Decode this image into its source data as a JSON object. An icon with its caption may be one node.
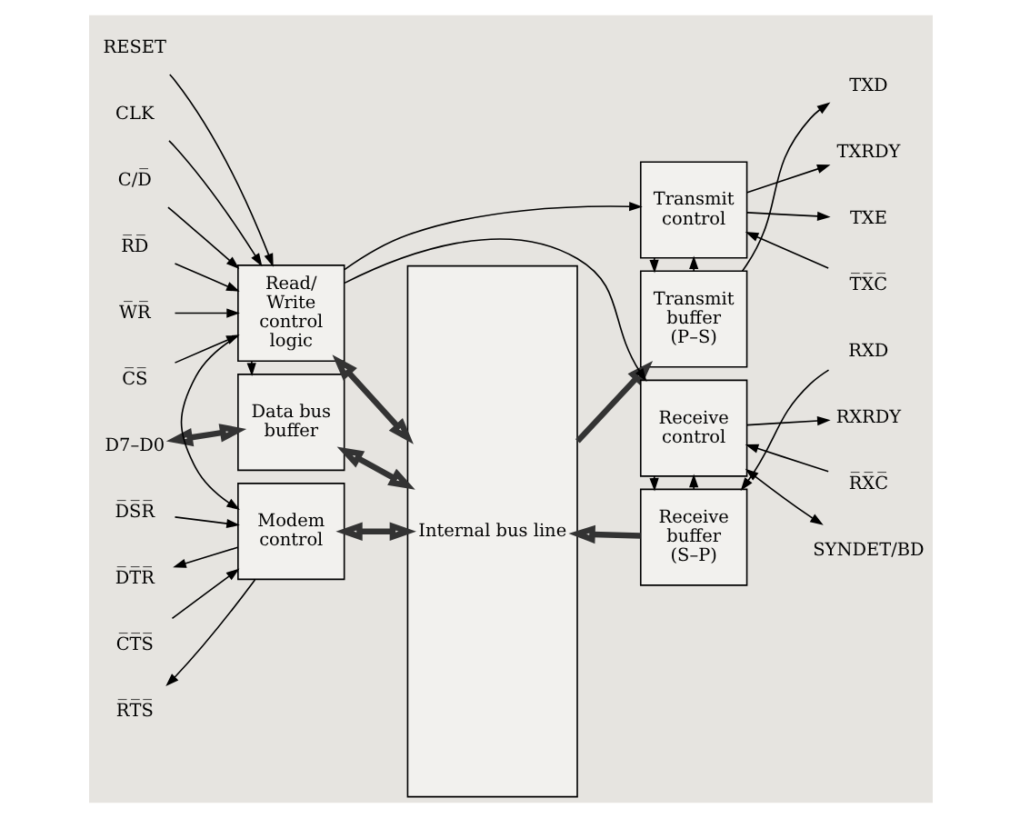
{
  "diagram": {
    "nodes": [
      {
        "text": [
          "D7–D0"
        ]
      },
      {
        "text": [
          "Data bus buffer"
        ]
      },
      {
        "text": [
          "Internal bus line"
        ]
      },
      {
        "text": [
          "Transmit buffer (P–S)"
        ]
      },
      {
        "text": [
          "TXD"
        ]
      },
      {
        "text": [
          "RESET"
        ]
      },
      {
        "text": [
          "CLK"
        ]
      },
      {
        "text": [
          "C/D̅"
        ]
      },
      {
        "text": [
          "R̅D̅"
        ]
      },
      {
        "text": [
          "W̅R̅"
        ]
      },
      {
        "text": [
          "C̅S̅"
        ]
      },
      {
        "text": [
          "Read/ Write control logic"
        ]
      },
      {
        "text": [
          "Transmit control"
        ]
      },
      {
        "text": [
          "TXRDY"
        ]
      },
      {
        "text": [
          "TXE"
        ]
      },
      {
        "text": [
          "T̅X̅C̅"
        ]
      },
      {
        "text": [
          "D̅S̅R̅"
        ]
      },
      {
        "text": [
          "D̅T̅R̅"
        ]
      },
      {
        "text": [
          "C̅T̅S̅"
        ]
      },
      {
        "text": [
          "R̅T̅S̅"
        ]
      },
      {
        "text": [
          "Modem control"
        ]
      },
      {
        "text": [
          "Receive buffer (S–P)"
        ]
      },
      {
        "text": [
          "RXD"
        ]
      },
      {
        "text": [
          "Receive control"
        ]
      },
      {
        "text": [
          "RXRDY"
        ]
      },
      {
        "text": [
          "R̅X̅C̅"
        ]
      },
      {
        "text": [
          "SYNDET/BD"
        ]
      }
    ],
    "edges": [
      {
        "from": 0,
        "to": 1,
        "arrow": "both",
        "style": "thick"
      },
      {
        "from": 1,
        "to": 2,
        "arrow": "both",
        "style": "thick"
      },
      {
        "from": 2,
        "to": 3,
        "arrow": "to",
        "style": "thick"
      },
      {
        "from": 3,
        "to": 4,
        "arrow": "to"
      },
      {
        "from": 5,
        "to": 11,
        "arrow": "to"
      },
      {
        "from": 6,
        "to": 11,
        "arrow": "to"
      },
      {
        "from": 7,
        "to": 11,
        "arrow": "to"
      },
      {
        "from": 8,
        "to": 11,
        "arrow": "to"
      },
      {
        "from": 9,
        "to": 11,
        "arrow": "to"
      },
      {
        "from": 10,
        "to": 11,
        "arrow": "to"
      },
      {
        "from": 11,
        "to": 1,
        "arrow": "to"
      },
      {
        "from": 11,
        "to": 2,
        "arrow": "both",
        "style": "thick"
      },
      {
        "from": 11,
        "to": 12,
        "arrow": "to"
      },
      {
        "from": 11,
        "to": 20,
        "arrow": "to"
      },
      {
        "from": 11,
        "to": 23,
        "arrow": "to"
      },
      {
        "from": 3,
        "to": 12,
        "arrow": "to"
      },
      {
        "from": 12,
        "to": 3,
        "arrow": "to"
      },
      {
        "from": 12,
        "to": 13,
        "arrow": "to"
      },
      {
        "from": 12,
        "to": 14,
        "arrow": "to"
      },
      {
        "from": 15,
        "to": 12,
        "arrow": "to"
      },
      {
        "from": 16,
        "to": 20,
        "arrow": "to"
      },
      {
        "from": 20,
        "to": 17,
        "arrow": "to"
      },
      {
        "from": 18,
        "to": 20,
        "arrow": "to"
      },
      {
        "from": 20,
        "to": 19,
        "arrow": "to"
      },
      {
        "from": 20,
        "to": 2,
        "arrow": "both",
        "style": "thick"
      },
      {
        "from": 21,
        "to": 2,
        "arrow": "to",
        "style": "thick"
      },
      {
        "from": 22,
        "to": 21,
        "arrow": "to"
      },
      {
        "from": 21,
        "to": 23,
        "arrow": "to"
      },
      {
        "from": 23,
        "to": 21,
        "arrow": "to"
      },
      {
        "from": 23,
        "to": 24,
        "arrow": "to"
      },
      {
        "from": 25,
        "to": 23,
        "arrow": "to"
      },
      {
        "from": 23,
        "to": 26,
        "arrow": "both"
      }
    ]
  }
}
